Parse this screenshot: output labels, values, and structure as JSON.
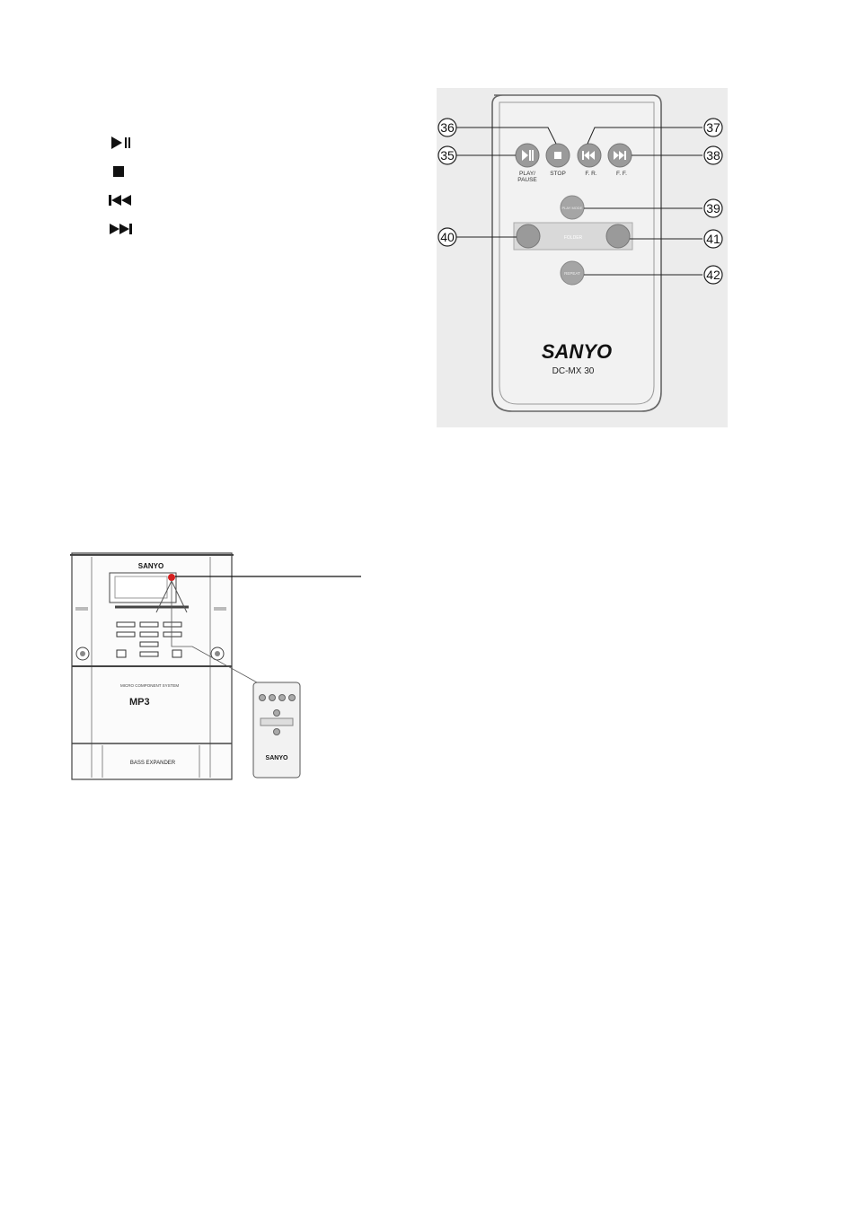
{
  "legend": {
    "icons": [
      "play-pause-icon",
      "stop-icon",
      "skip-back-icon",
      "skip-forward-icon"
    ]
  },
  "remote": {
    "buttons": {
      "play_pause": "PLAY/\nPAUSE",
      "play_pause_l1": "PLAY/",
      "play_pause_l2": "PAUSE",
      "stop": "STOP",
      "fr": "F. R.",
      "ff": "F. F.",
      "play_mode": "PLAY MODE",
      "folder": "FOLDER",
      "repeat": "REPEAT"
    },
    "callouts": {
      "c35": "35",
      "c36": "36",
      "c37": "37",
      "c38": "38",
      "c39": "39",
      "c40": "40",
      "c41": "41",
      "c42": "42"
    },
    "brand": "SANYO",
    "model": "DC-MX 30"
  },
  "system": {
    "brand": "SANYO",
    "caption": "MICRO COMPONENT SYSTEM",
    "mp3": "MP3",
    "bass": "BASS EXPANDER",
    "remote_brand": "SANYO"
  },
  "colors": {
    "remote_bg": "#e9e9e9",
    "button_gray": "#9a9a9a",
    "ir_led": "#d42020"
  }
}
